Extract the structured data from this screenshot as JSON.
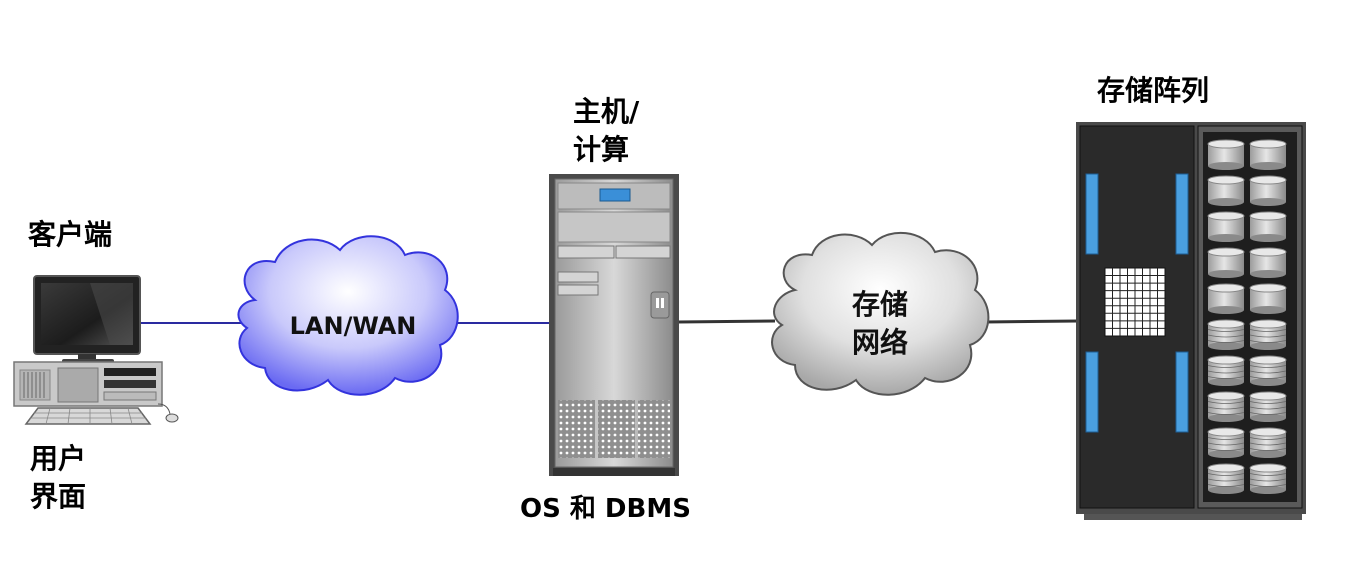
{
  "client": {
    "heading": "客户端",
    "caption_line1": "用户",
    "caption_line2": "界面"
  },
  "network": {
    "lan_label": "LAN/WAN",
    "storage_net_line1": "存储",
    "storage_net_line2": "网络"
  },
  "host": {
    "heading_line1": "主机/",
    "heading_line2": "计算",
    "caption": "OS 和 DBMS"
  },
  "storage": {
    "heading": "存储阵列"
  },
  "colors": {
    "lan_cloud_light": "#ffffff",
    "lan_cloud_dark": "#6a6af2",
    "lan_cloud_outline": "#3333dd",
    "storage_cloud_light": "#ffffff",
    "storage_cloud_dark": "#b4b4b4",
    "storage_cloud_outline": "#555555",
    "client_link": "#2a2aa0",
    "storage_link": "#333333",
    "rack_accent": "#4a9fe0"
  },
  "icons": {
    "client": "desktop-computer-icon",
    "host": "tower-server-icon",
    "storage": "storage-rack-icon"
  }
}
